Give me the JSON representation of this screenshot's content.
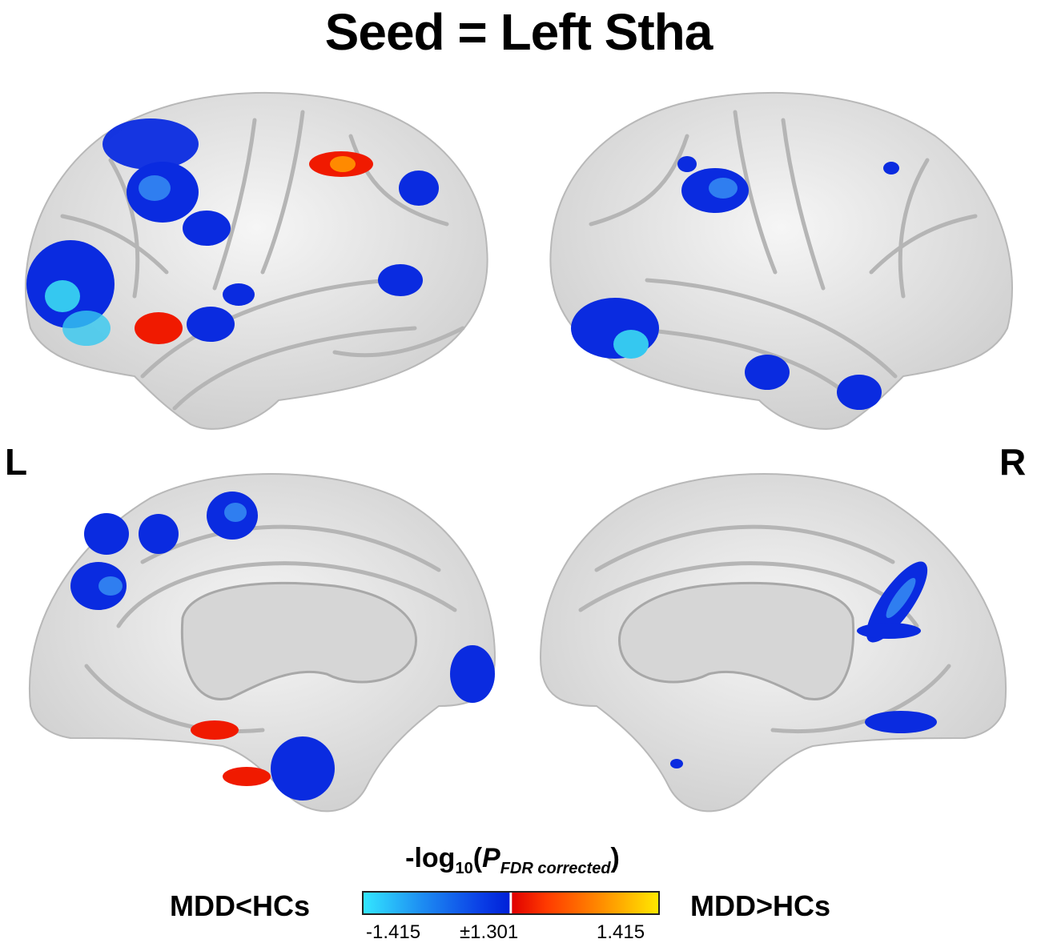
{
  "title": "Seed = Left Stha",
  "hemisphere_labels": {
    "left": "L",
    "right": "R"
  },
  "legend": {
    "title_prefix": "-log",
    "title_sub": "10",
    "title_p": "P",
    "title_p_sub": "FDR corrected",
    "lower_label": "MDD<HCs",
    "higher_label": "MDD>HCs",
    "ticks": [
      "-1.415",
      "±1.301",
      "1.415"
    ]
  },
  "colors": {
    "cortex": "#e9e9e9",
    "cortex_shadow": "#bdbdbd",
    "medial_wall": "#d6d6d6",
    "decrease_blue": "#0a2be0",
    "decrease_cyan": "#35c8f0",
    "increase_red": "#f01a00",
    "increase_orange": "#ff8a00"
  }
}
